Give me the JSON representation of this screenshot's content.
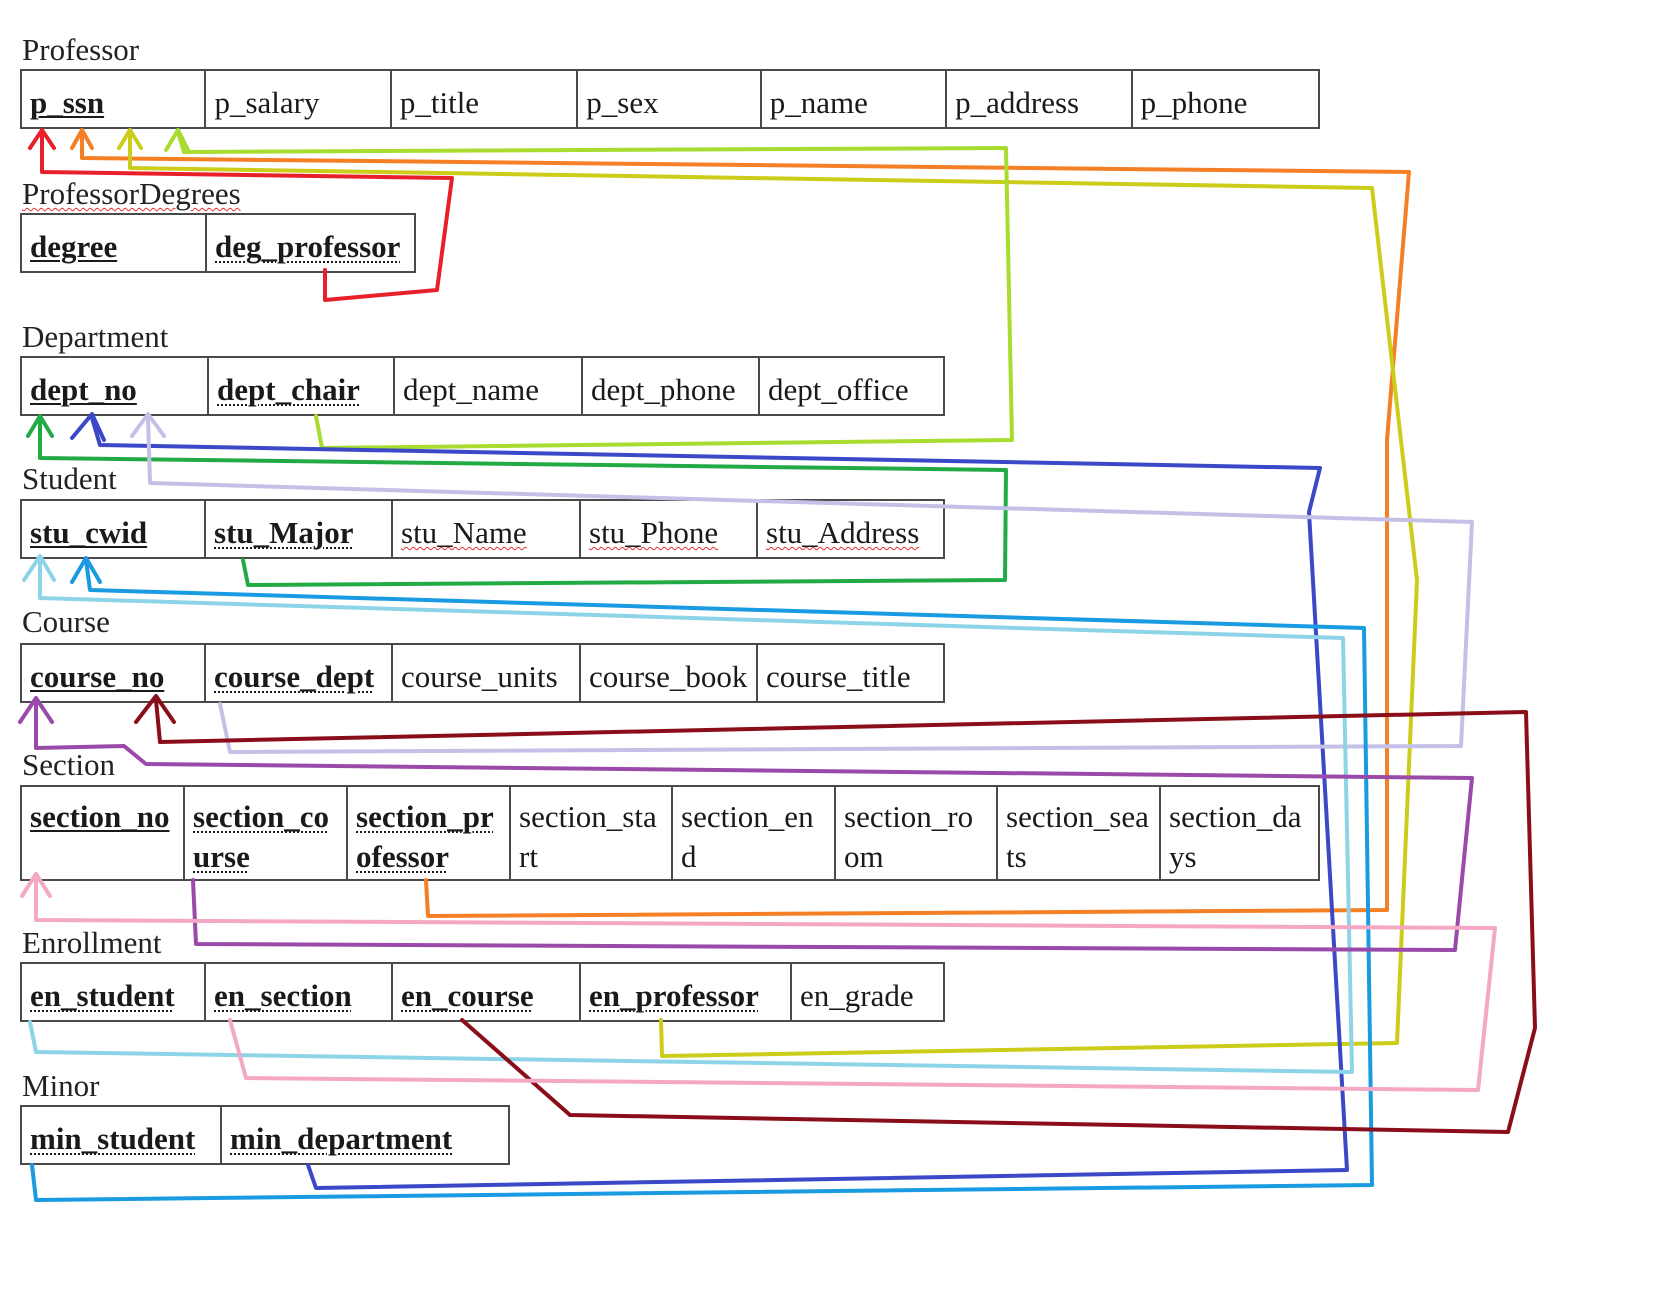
{
  "tables": {
    "professor": {
      "title": "Professor",
      "cols": [
        "p_ssn",
        "p_salary",
        "p_title",
        "p_sex",
        "p_name",
        "p_address",
        "p_phone"
      ]
    },
    "professor_degrees": {
      "title": "ProfessorDegrees",
      "cols": [
        "degree",
        "deg_professor"
      ]
    },
    "department": {
      "title": "Department",
      "cols": [
        "dept_no",
        "dept_chair",
        "dept_name",
        "dept_phone",
        "dept_office"
      ]
    },
    "student": {
      "title": "Student",
      "cols": [
        "stu_cwid",
        "stu_Major",
        "stu_Name",
        "stu_Phone",
        "stu_Address"
      ]
    },
    "course": {
      "title": "Course",
      "cols": [
        "course_no",
        "course_dept",
        "course_units",
        "course_book",
        "course_title"
      ]
    },
    "section": {
      "title": "Section",
      "cols": [
        "section_no",
        "section_course",
        "section_professor",
        "section_start",
        "section_end",
        "section_room",
        "section_seats",
        "section_days"
      ]
    },
    "enrollment": {
      "title": "Enrollment",
      "cols": [
        "en_student",
        "en_section",
        "en_course",
        "en_professor",
        "en_grade"
      ]
    },
    "minor": {
      "title": "Minor",
      "cols": [
        "min_student",
        "min_department"
      ]
    }
  },
  "links": [
    {
      "from": "deg_professor",
      "to": "p_ssn",
      "color": "#e8202a"
    },
    {
      "from": "section_professor",
      "to": "p_ssn",
      "color": "#f57f25"
    },
    {
      "from": "en_professor",
      "to": "p_ssn",
      "color": "#cccc1a"
    },
    {
      "from": "dept_chair",
      "to": "p_ssn",
      "color": "#a8dc2e"
    },
    {
      "from": "stu_Major",
      "to": "dept_no",
      "color": "#22aa44"
    },
    {
      "from": "min_department",
      "to": "dept_no",
      "color": "#3b48c8"
    },
    {
      "from": "course_dept",
      "to": "dept_no",
      "color": "#c4c0e8"
    },
    {
      "from": "en_student",
      "to": "stu_cwid",
      "color": "#8ed4e8"
    },
    {
      "from": "min_student",
      "to": "stu_cwid",
      "color": "#1a9ae0"
    },
    {
      "from": "section_course",
      "to": "course_no",
      "color": "#9a4aa8"
    },
    {
      "from": "en_course",
      "to": "course_no",
      "color": "#8a0e1a"
    },
    {
      "from": "en_section",
      "to": "section_no",
      "color": "#f4a8c4"
    }
  ]
}
